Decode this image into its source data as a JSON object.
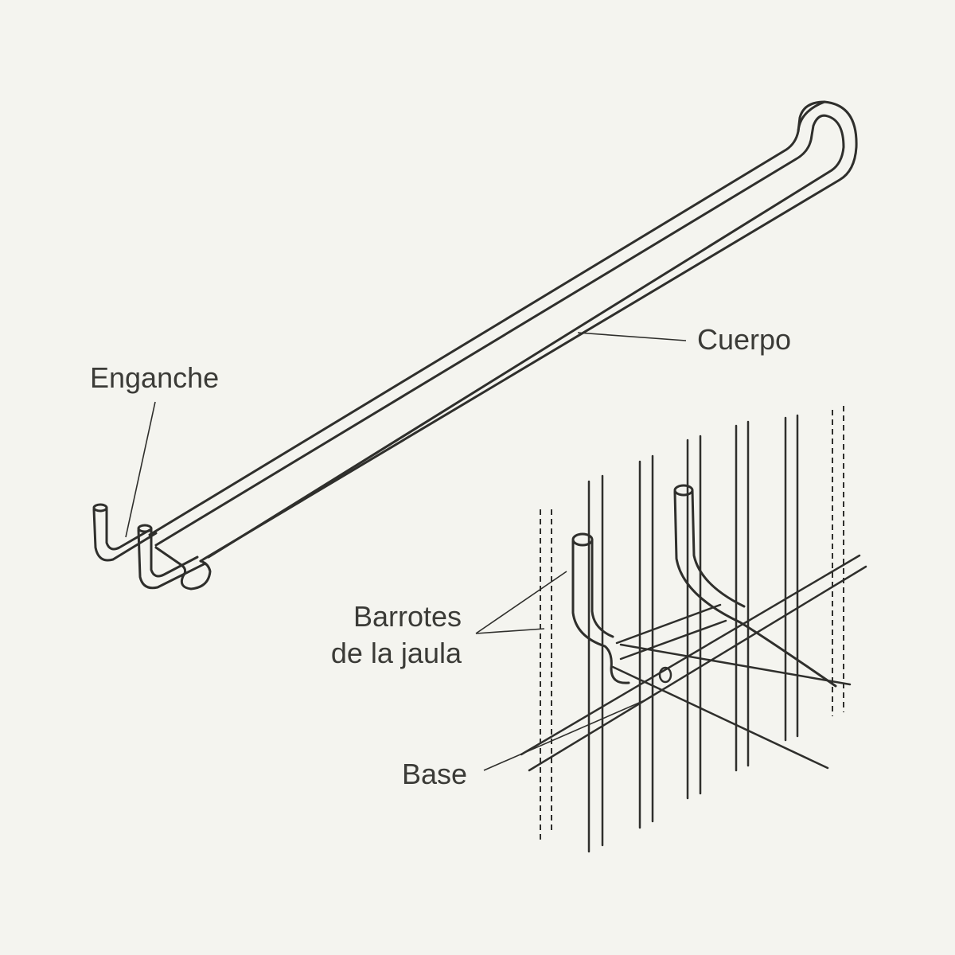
{
  "labels": {
    "cuerpo": "Cuerpo",
    "enganche": "Enganche",
    "barrotes_line1": "Barrotes",
    "barrotes_line2": "de la jaula",
    "base": "Base"
  },
  "colors": {
    "background": "#f4f4ef",
    "line": "#2f2f2c",
    "text": "#3b3b37"
  }
}
